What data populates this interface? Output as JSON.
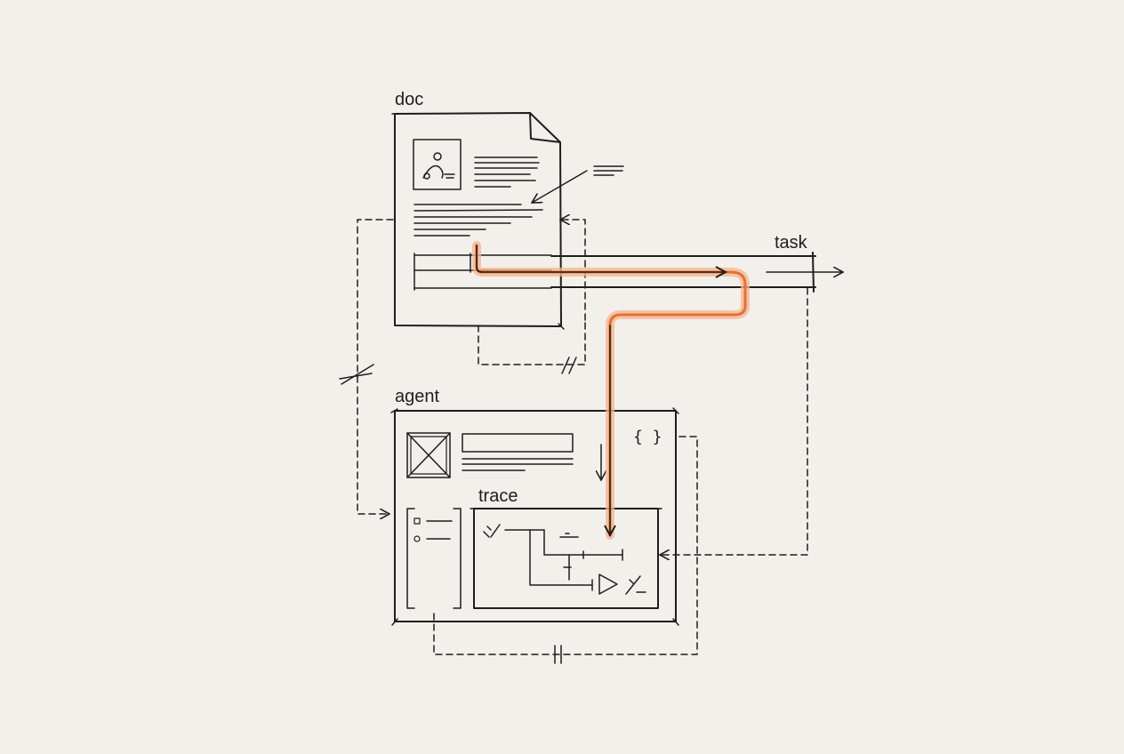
{
  "diagram": {
    "labels": {
      "doc": "doc",
      "task": "task",
      "agent": "agent",
      "trace": "trace"
    },
    "colors": {
      "paper": "#f2f0ea",
      "ink": "#1e1e1e",
      "highlight": "#e8702e",
      "highlight_glow": "#f4b58e"
    },
    "icons": {
      "doc_image": "person-image-icon",
      "agent_image": "image-placeholder-icon",
      "braces": "braces-icon",
      "trace_glyph": "percent-glyph-icon",
      "play": "play-triangle-icon"
    }
  }
}
